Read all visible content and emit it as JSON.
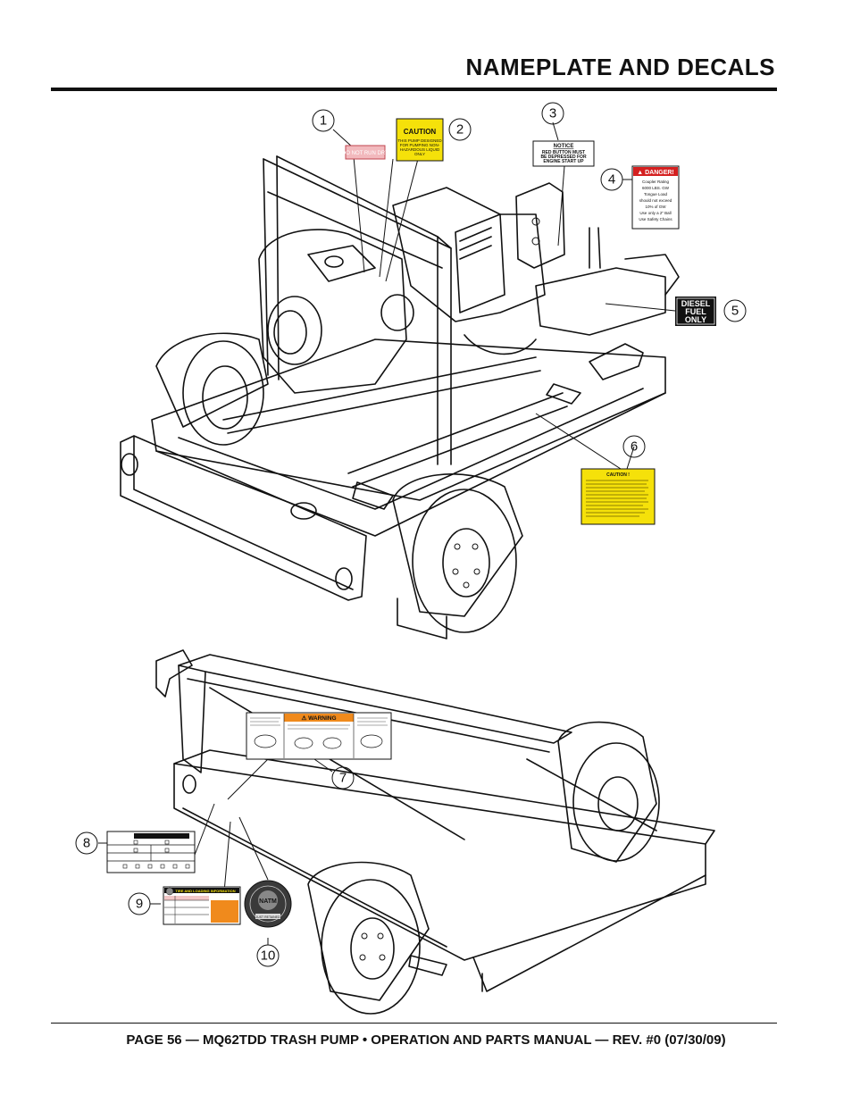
{
  "header": {
    "title": "NAMEPLATE AND DECALS"
  },
  "footer": {
    "text": "PAGE 56 — MQ62TDD TRASH PUMP • OPERATION AND PARTS MANUAL — REV. #0 (07/30/09)"
  },
  "callouts": [
    "1",
    "2",
    "3",
    "4",
    "5",
    "6",
    "7",
    "8",
    "9",
    "10"
  ],
  "decals": {
    "do_not_run_dry": "DO NOT RUN DRY",
    "caution": {
      "heading": "CAUTION",
      "lines": [
        "THIS PUMP DESIGNED",
        "FOR PUMPING NON-",
        "HAZARDOUS LIQUID",
        "ONLY"
      ]
    },
    "notice": {
      "heading": "NOTICE",
      "lines": [
        "RED BUTTON MUST",
        "BE DEPRESSED FOR",
        "ENGINE START UP"
      ]
    },
    "danger": {
      "heading": "▲ DANGER!",
      "lines": [
        "Coupler Rating",
        "6000 LBS. GW",
        "Tongue Load",
        "should not exceed",
        "10% of GW",
        "Use only a 2\" Ball",
        "Use Safety Chains"
      ]
    },
    "diesel": {
      "lines": [
        "DIESEL",
        "FUEL",
        "ONLY"
      ]
    },
    "caution_large": {
      "heading": "CAUTION !"
    },
    "warning": {
      "heading": "⚠ WARNING"
    },
    "tire_loading": {
      "heading": "TIRE AND LOADING INFORMATION"
    },
    "natm": {
      "center": "NATM",
      "bottom": "JUST RETAINED"
    }
  },
  "colors": {
    "caution_yellow": "#f5e10a",
    "danger_red": "#d42020",
    "warning_orange": "#f08a1c",
    "dry_pink": "#e8848c"
  }
}
